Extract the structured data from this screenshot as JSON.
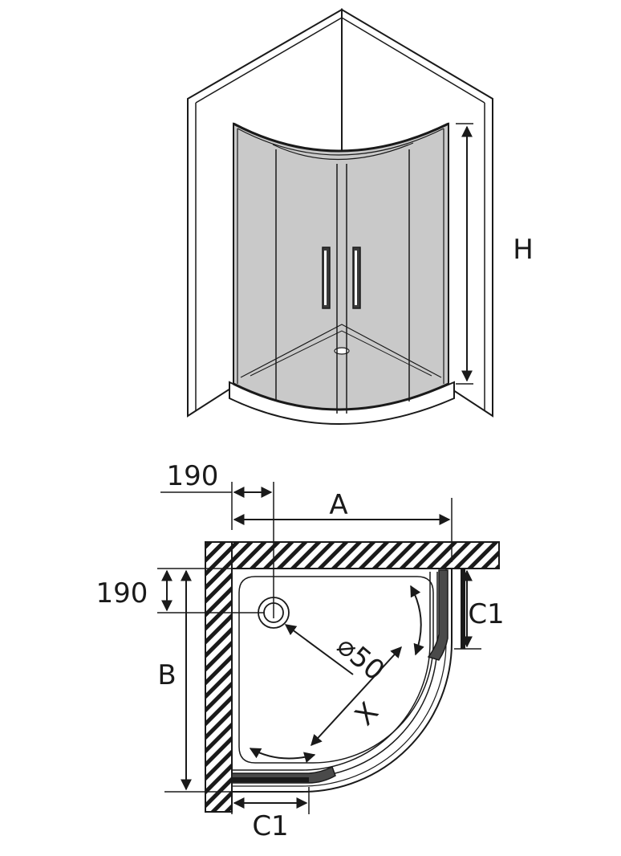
{
  "labels": {
    "height": "H",
    "wall_offset_x": "190",
    "width_a": "A",
    "wall_offset_y": "190",
    "width_b": "B",
    "drain_diameter": "⌀50",
    "corner_c1_right": "C1",
    "corner_c1_bottom": "C1",
    "diagonal_x": "X"
  },
  "colors": {
    "line": "#1a1a1a",
    "glass": "#c9c9c9",
    "door_panel": "#d4d4d4",
    "hatch_fill": "#ffffff",
    "dark_profile": "#4a4a4a"
  }
}
